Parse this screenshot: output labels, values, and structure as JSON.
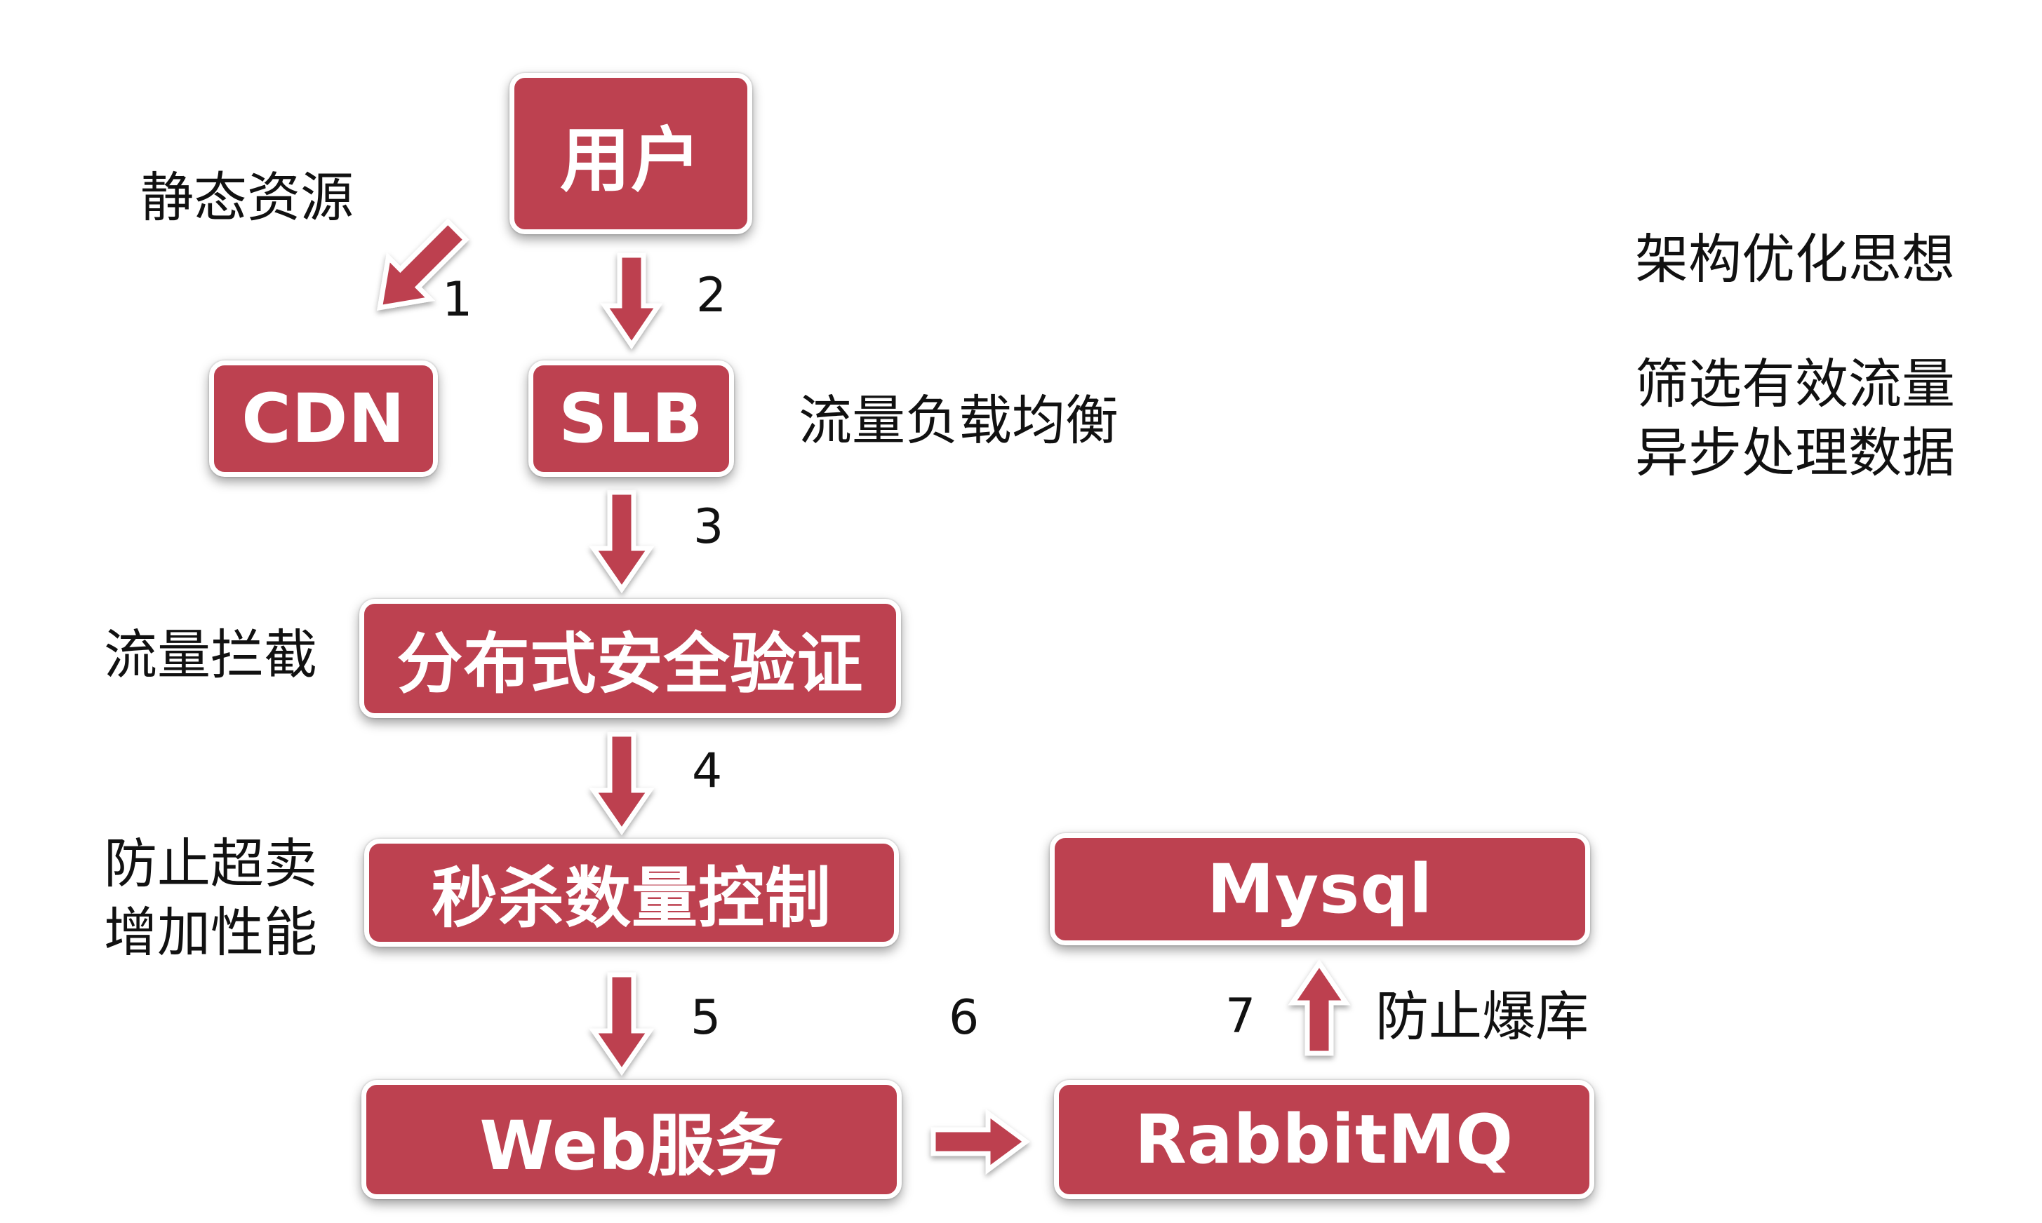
{
  "nodes": {
    "user": "用户",
    "cdn": "CDN",
    "slb": "SLB",
    "auth": "分布式安全验证",
    "seckill": "秒杀数量控制",
    "web": "Web服务",
    "rabbitmq": "RabbitMQ",
    "mysql": "Mysql"
  },
  "steps": {
    "s1": "1",
    "s2": "2",
    "s3": "3",
    "s4": "4",
    "s5": "5",
    "s6": "6",
    "s7": "7"
  },
  "notes": {
    "static_resources": "静态资源",
    "load_balance": "流量负载均衡",
    "traffic_intercept": "流量拦截",
    "prevent_oversell": "防止超卖",
    "increase_performance": "增加性能",
    "prevent_db_overload": "防止爆库"
  },
  "ideas": {
    "title": "架构优化思想",
    "line1": "筛选有效流量",
    "line2": "异步处理数据"
  },
  "colors": {
    "node_fill": "#bd4150",
    "arrow_fill": "#bd4150",
    "node_border": "#ffffff",
    "text": "#111111"
  }
}
